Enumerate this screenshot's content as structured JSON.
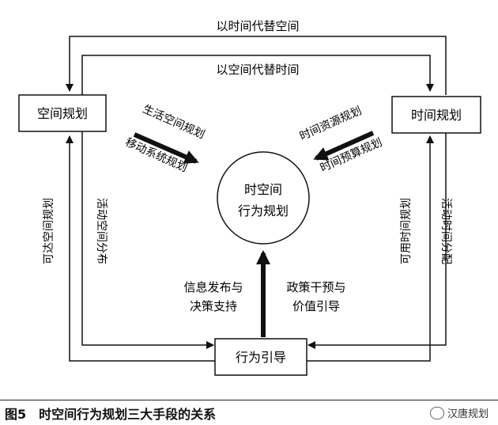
{
  "nodes": {
    "space_planning": "空间规划",
    "time_planning": "时间规划",
    "behavior_guidance": "行为引导",
    "center_line1": "时空间",
    "center_line2": "行为规划"
  },
  "arrows": {
    "top_outer": "以时间代替空间",
    "top_inner": "以空间代替时间",
    "left_diag_1": "生活空间规划",
    "left_diag_2": "移动系统规划",
    "right_diag_1": "时间资源规划",
    "right_diag_2": "时间预算规划",
    "left_outer": "可达空间规划",
    "left_inner": "活动空间分布",
    "right_inner": "可用时间规划",
    "right_outer": "活动时间分配",
    "bottom_left_1": "信息发布与",
    "bottom_left_2": "决策支持",
    "bottom_right_1": "政策干预与",
    "bottom_right_2": "价值引导"
  },
  "caption": "图5　时空间行为规划三大手段的关系",
  "watermark": "汉唐规划"
}
